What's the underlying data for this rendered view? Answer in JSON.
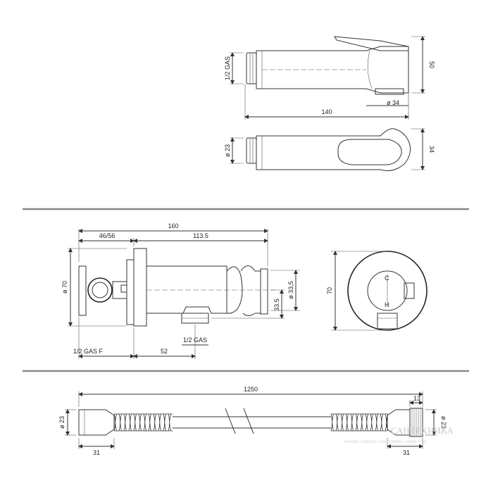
{
  "top": {
    "side": {
      "thread": "1/2 GAS",
      "height": "50",
      "length": "140",
      "outlet_diameter": "ø 34"
    },
    "plan": {
      "diameter": "ø 23",
      "width": "34"
    }
  },
  "middle": {
    "valve": {
      "total_length": "160",
      "wall_depth": "46/56",
      "body_length": "113.5",
      "flange_diameter": "ø 70",
      "spout_diameter": "ø 33,5",
      "axis_height": "33.5",
      "inlet": "1/2 GAS F",
      "outlet_offset": "52",
      "outlet_thread": "1/2 GAS"
    },
    "front": {
      "diameter": "70",
      "cold_mark": "C",
      "hot_mark": "H"
    }
  },
  "bottom": {
    "hose": {
      "length": "1250",
      "end_diameter_left": "ø 23",
      "end_diameter_right": "ø 23",
      "nut_width": "13",
      "fitting_left": "31",
      "fitting_right": "31"
    }
  },
  "watermark": {
    "brand": "САНТЕХНИКА",
    "tagline": "КАМЕНЬ • ПЛИТКА • САНТЕХНИКА • ЦЕНЫ • СПБ"
  }
}
